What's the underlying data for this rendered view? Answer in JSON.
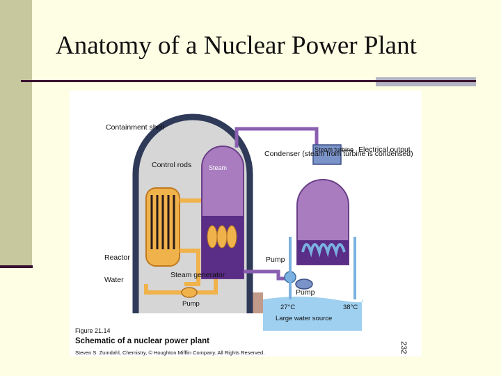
{
  "slide": {
    "title": "Anatomy of a Nuclear Power Plant"
  },
  "figure": {
    "labels": {
      "containment": "Containment shell",
      "control_rods": "Control rods",
      "steam": "Steam",
      "reactor": "Reactor",
      "water": "Water",
      "steam_generator": "Steam generator",
      "pump_primary": "Pump",
      "condenser": "Condenser (steam from turbine is condensed)",
      "steam_turbine": "Steam turbine",
      "electrical_output": "Electrical output",
      "pump_condenser": "Pump",
      "pump_secondary": "Pump",
      "temp_in": "27°C",
      "temp_out": "38°C",
      "water_source": "Large water source"
    },
    "caption_number": "Figure 21.14",
    "caption_title": "Schematic of a nuclear power plant",
    "caption_credit": "Steven S. Zumdahl, Chemistry, © Houghton Mifflin Company. All Rights Reserved.",
    "page_number": "232"
  },
  "colors": {
    "background": "#fefee4",
    "sidebar": "#c8c89e",
    "rule": "#3a1230",
    "reactor": "#f0b24a",
    "steam": "#a87cbf",
    "water": "#7ab1e0"
  }
}
